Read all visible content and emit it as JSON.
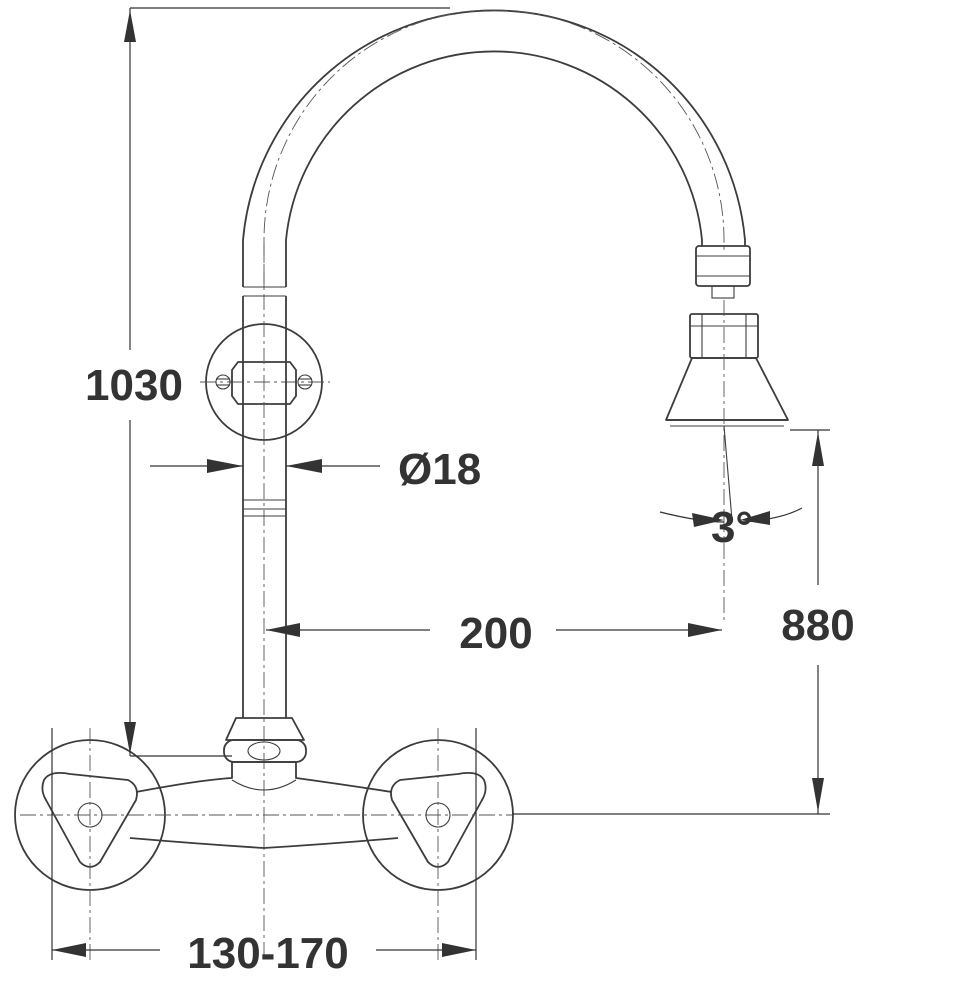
{
  "drawing": {
    "subject": "wall-mounted-tap-with-swivel-spout"
  },
  "dimensions": {
    "total_height": "1030",
    "tube_diameter": "Ø18",
    "spout_reach": "200",
    "outlet_height": "880",
    "spray_angle": "3°",
    "connection_spacing": "130-170"
  },
  "colors": {
    "line": "#3c3c3c",
    "background": "#ffffff"
  }
}
